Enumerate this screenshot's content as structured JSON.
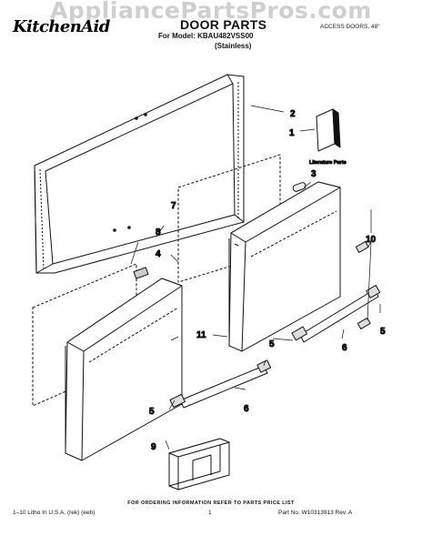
{
  "header": {
    "watermark": "AppliancePartsPros.com",
    "brand": "KitchenAid",
    "title": "DOOR PARTS",
    "model_line": "For Model: KBAU482VSS00",
    "finish": "(Stainless)",
    "section": "ACCESS DOORS, 48\""
  },
  "diagram": {
    "literature_label": "Literature Parts",
    "callouts": [
      "1",
      "2",
      "3",
      "4",
      "5",
      "5",
      "5",
      "6",
      "6",
      "7",
      "8",
      "9",
      "10",
      "11"
    ]
  },
  "footer": {
    "note": "FOR ORDERING INFORMATION REFER TO PARTS PRICE LIST",
    "litho": "1–10 Litho In U.S.A. (rek) (eeb)",
    "page": "1",
    "part_no": "Part No. W10313913 Rev. A"
  },
  "colors": {
    "ink": "#111111",
    "watermark": "#cfcfcf",
    "paper": "#ffffff"
  }
}
